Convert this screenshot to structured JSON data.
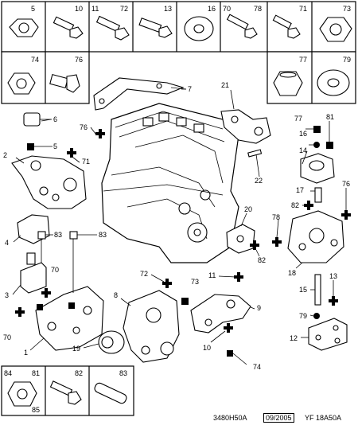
{
  "hardware_top": [
    "5",
    "10",
    "11",
    "72",
    "13",
    "16",
    "70",
    "78",
    "71",
    "73"
  ],
  "hardware_second": [
    "74",
    "76",
    "77",
    "79"
  ],
  "hardware_bottom": [
    "84",
    "81",
    "85",
    "82",
    "83"
  ],
  "callouts": [
    "7",
    "21",
    "6",
    "76",
    "2",
    "5",
    "71",
    "4",
    "83",
    "83",
    "3",
    "70",
    "70",
    "1",
    "19",
    "8",
    "72",
    "73",
    "11",
    "9",
    "10",
    "74",
    "77",
    "16",
    "81",
    "14",
    "22",
    "20",
    "82",
    "17",
    "82",
    "78",
    "76",
    "18",
    "15",
    "13",
    "79",
    "12"
  ],
  "footer": {
    "ref": "3480H50A",
    "date": "09/2005",
    "code": "YF 18A50A"
  }
}
